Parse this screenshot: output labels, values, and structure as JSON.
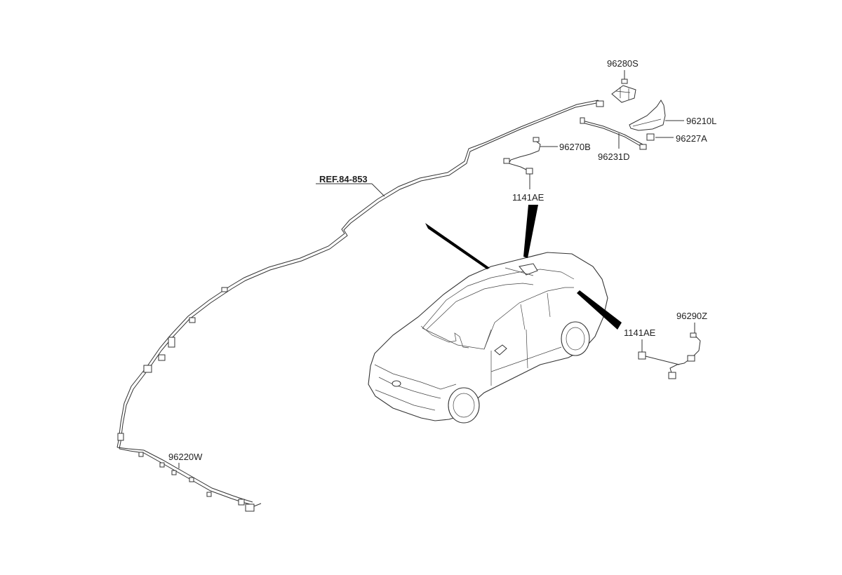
{
  "labels": {
    "p96280S": "96280S",
    "p96210L": "96210L",
    "p96227A": "96227A",
    "p96231D": "96231D",
    "p96270B": "96270B",
    "p1141AE_top": "1141AE",
    "p1141AE_right": "1141AE",
    "p96290Z": "96290Z",
    "p96220W": "96220W",
    "ref": "REF.84-853"
  }
}
